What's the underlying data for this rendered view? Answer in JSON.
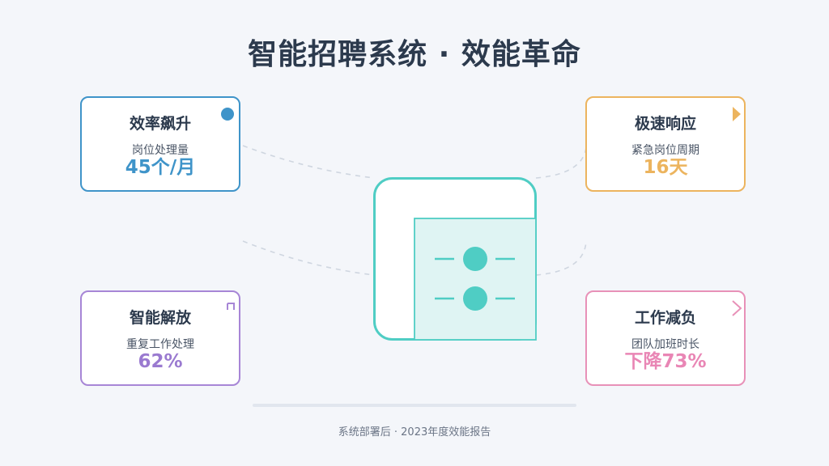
{
  "title": "智能招聘系统 · 效能革命",
  "cards": {
    "efficiency": {
      "title": "效率飙升",
      "label": "岗位处理量",
      "value": "45个/月",
      "icon": "dot-icon",
      "color": "#3f94c9"
    },
    "speed": {
      "title": "极速响应",
      "label": "紧急岗位周期",
      "value": "16天",
      "icon": "play-icon",
      "color": "#ecb45e"
    },
    "liberate": {
      "title": "智能解放",
      "label": "重复工作处理",
      "value": "62%",
      "icon": "bracket-icon",
      "color": "#a786d6"
    },
    "relief": {
      "title": "工作减负",
      "label": "团队加班时长",
      "value": "下降73%",
      "icon": "chevron-right-icon",
      "color": "#e891b8"
    }
  },
  "hub": {
    "icon": "system-hub-icon",
    "color": "#4fcdc4"
  },
  "footer": "系统部署后 · 2023年度效能报告"
}
